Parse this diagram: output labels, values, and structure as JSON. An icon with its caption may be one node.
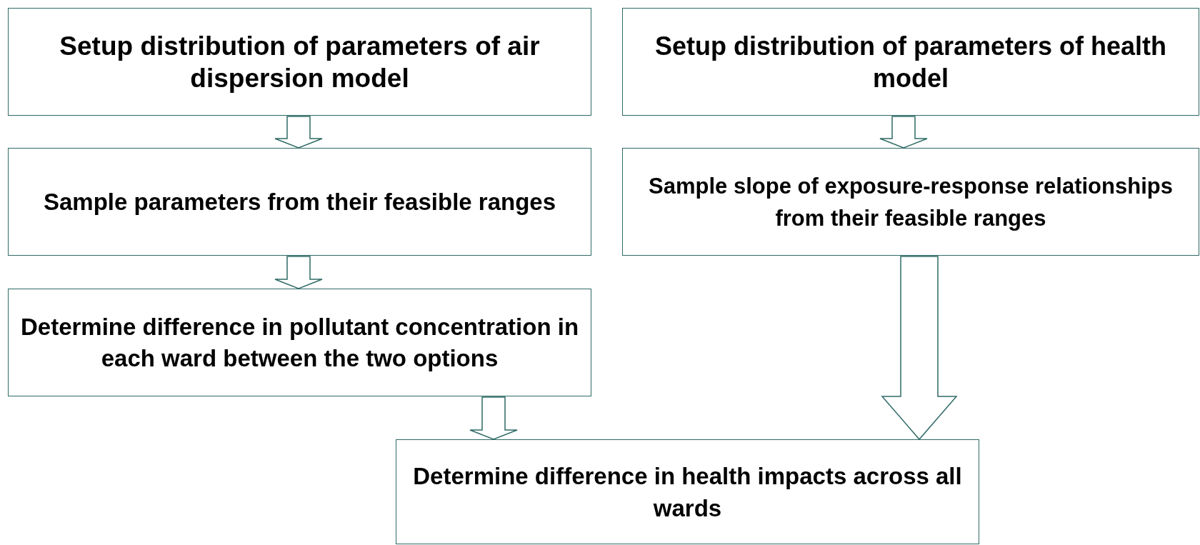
{
  "diagram": {
    "nodes": [
      {
        "text": [
          "Setup distribution of parameters of air dispersion model"
        ]
      },
      {
        "text": [
          "Setup distribution of parameters of health model"
        ]
      },
      {
        "text": [
          "Sample parameters from their feasible ranges"
        ]
      },
      {
        "text": [
          "Sample slope of exposure-response relationships from their feasible ranges"
        ]
      },
      {
        "text": [
          "Determine difference in pollutant concentration in each ward between the two options"
        ]
      },
      {
        "text": [
          "Determine difference in health impacts across all wards"
        ]
      }
    ],
    "edges": [
      {
        "from": 0,
        "to": 2,
        "arrow": "to"
      },
      {
        "from": 1,
        "to": 3,
        "arrow": "to"
      },
      {
        "from": 2,
        "to": 4,
        "arrow": "to"
      },
      {
        "from": 4,
        "to": 5,
        "arrow": "to"
      },
      {
        "from": 3,
        "to": 5,
        "arrow": "to",
        "style": "thick"
      }
    ]
  }
}
